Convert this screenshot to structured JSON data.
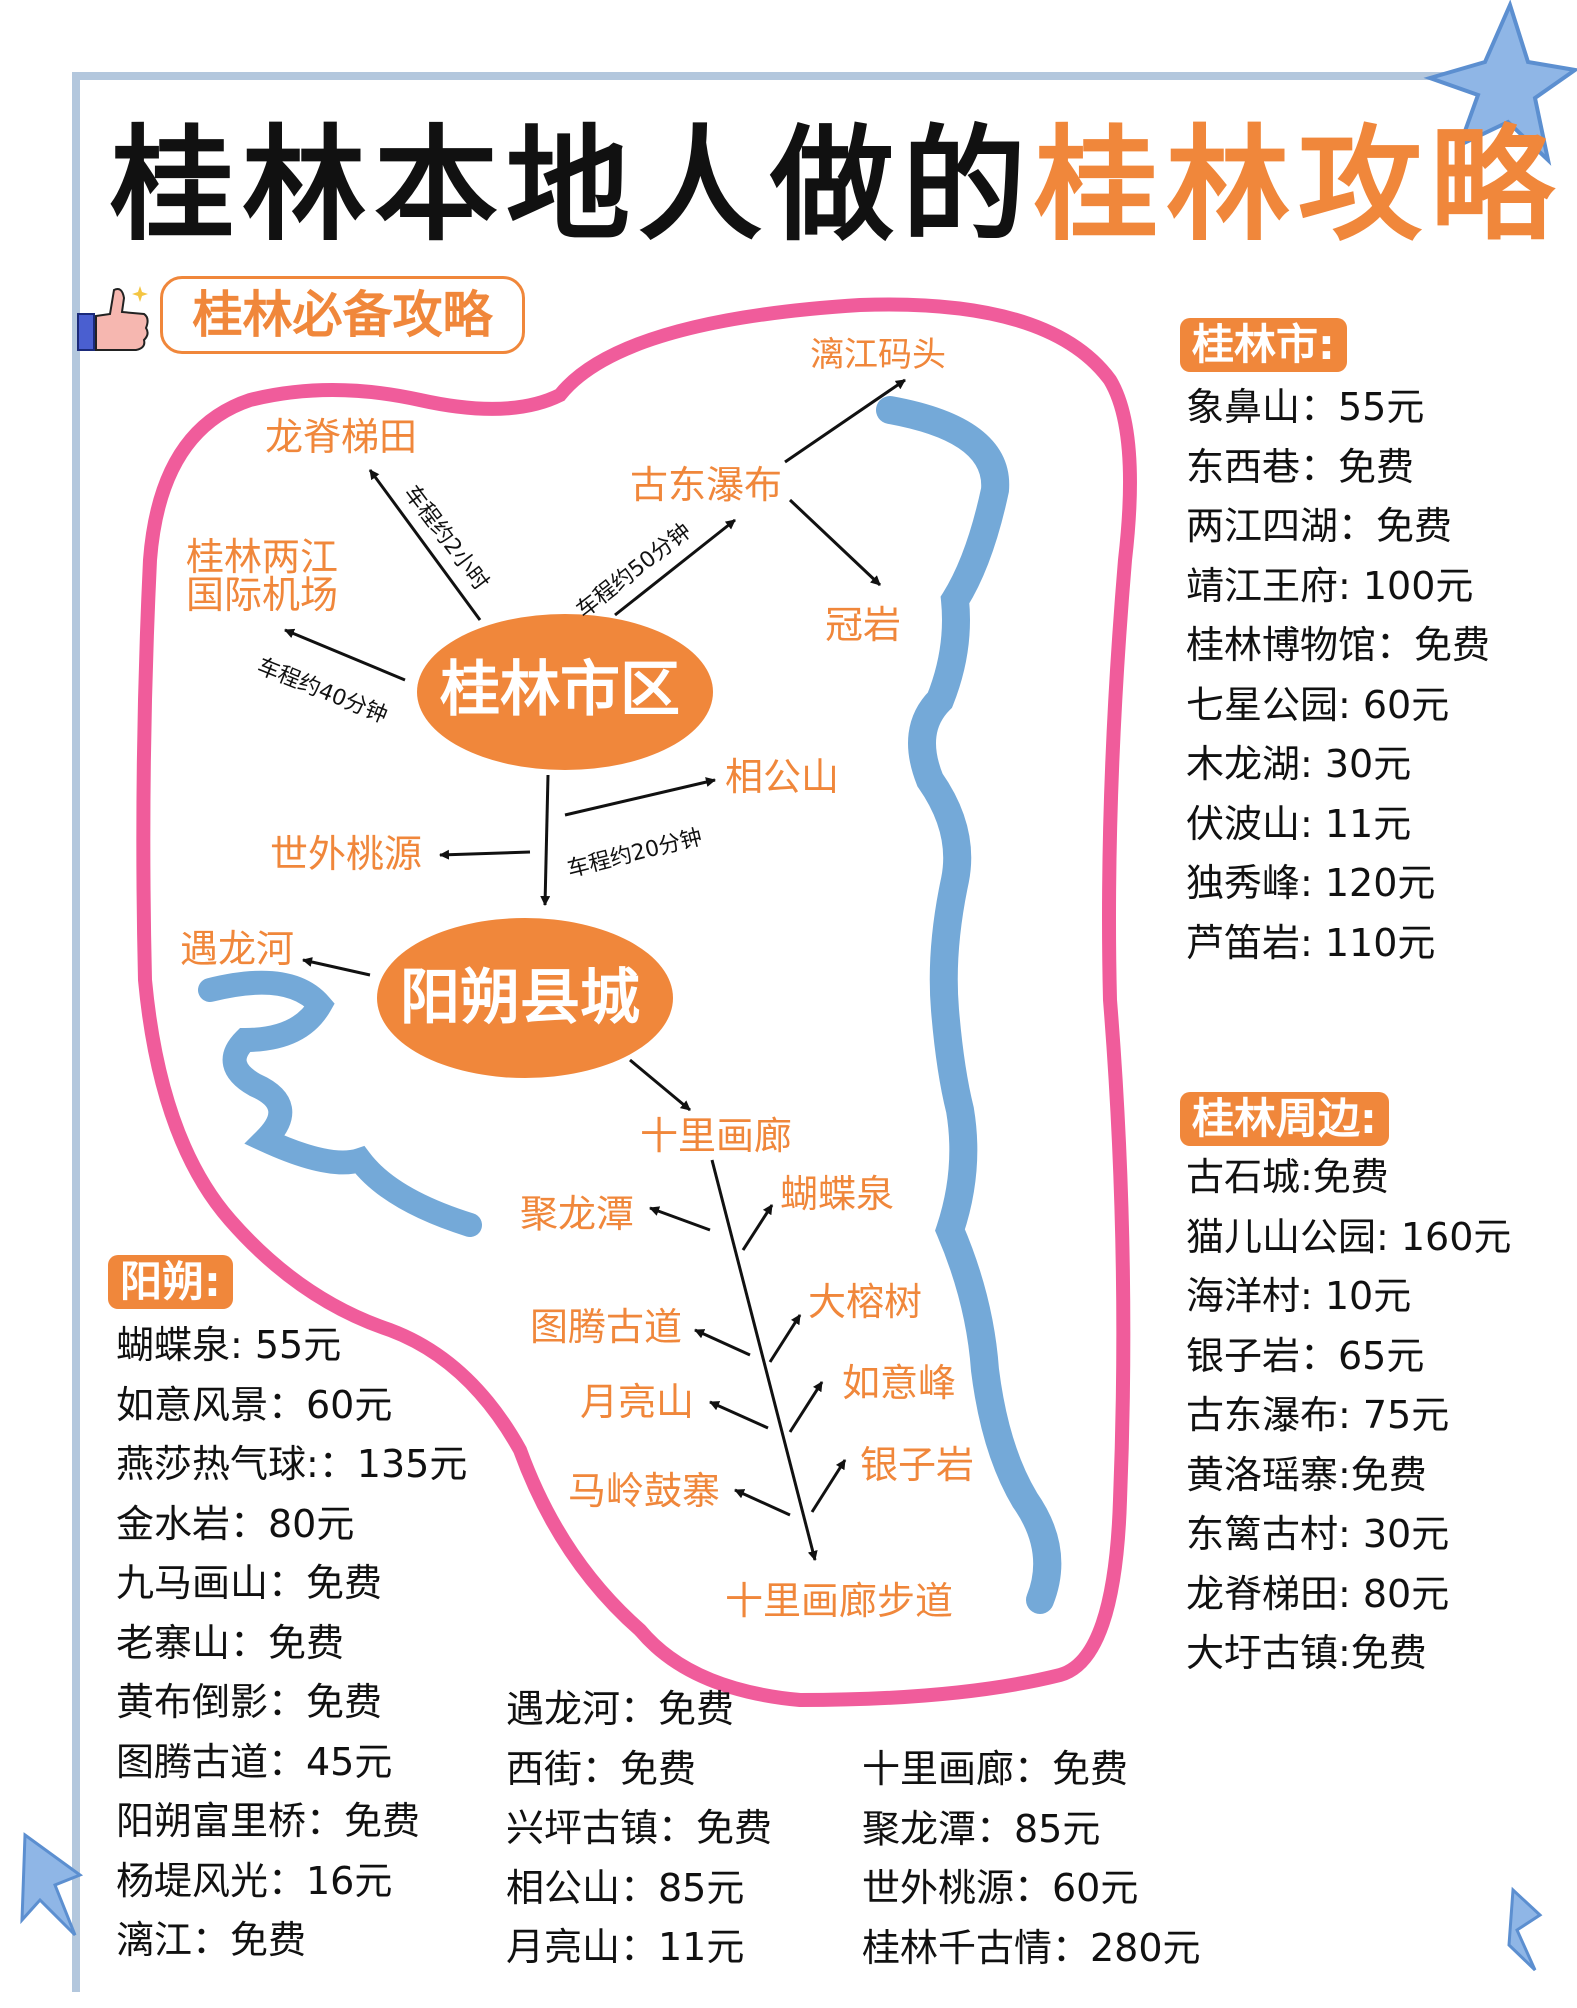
{
  "title": {
    "part1": "桂林本地人做的",
    "part2": "桂林攻略"
  },
  "tag": "桂林必备攻略",
  "colors": {
    "accent": "#f0873b",
    "boundary": "#f05c9b",
    "river": "#74a9d8",
    "frame": "#b3c7dd"
  },
  "icons": {
    "thumb": "thumbs-up-icon",
    "star": "star-icon"
  },
  "map": {
    "hub_city": "桂林市区",
    "hub_county": "阳朔县城",
    "places": {
      "lijiang_pier": "漓江码头",
      "longji": "龙脊梯田",
      "gudong": "古东瀑布",
      "airport_line1": "桂林两江",
      "airport_line2": "国际机场",
      "guanyan": "冠岩",
      "xianggong": "相公山",
      "shiwai": "世外桃源",
      "yulong": "遇龙河",
      "shili": "十里画廊",
      "julong": "聚龙潭",
      "hudie": "蝴蝶泉",
      "tuteng": "图腾古道",
      "darong": "大榕树",
      "yueliang": "月亮山",
      "ruyi": "如意峰",
      "maling": "马岭鼓寨",
      "yinzi": "银子岩",
      "shili_walk": "十里画廊步道"
    },
    "drives": {
      "longji": "车程约2小时",
      "gudong": "车程约50分钟",
      "airport": "车程约40分钟",
      "xianggong": "车程约20分钟"
    }
  },
  "sections": {
    "guilin_city": {
      "title": "桂林市:",
      "items": [
        "象鼻山：55元",
        "东西巷：免费",
        "两江四湖：免费",
        "靖江王府: 100元",
        "桂林博物馆：免费",
        "七星公园: 60元",
        "木龙湖: 30元",
        "伏波山: 11元",
        "独秀峰: 120元",
        "芦笛岩: 110元"
      ]
    },
    "guilin_around": {
      "title": "桂林周边:",
      "items": [
        "古石城:免费",
        "猫儿山公园: 160元",
        "海洋村: 10元",
        "银子岩：65元",
        "古东瀑布: 75元",
        "黄洛瑶寨:免费",
        "东篱古村: 30元",
        "龙脊梯田: 80元",
        "大圩古镇:免费"
      ]
    },
    "yangshuo": {
      "title": "阳朔:",
      "col1": [
        "蝴蝶泉: 55元",
        "如意风景：60元",
        "燕莎热气球:：135元",
        "金水岩：80元",
        "九马画山：免费",
        "老寨山：免费",
        "黄布倒影：免费",
        "图腾古道：45元",
        "阳朔富里桥：免费",
        "杨堤风光：16元",
        "漓江：免费"
      ],
      "col2": [
        "遇龙河：免费",
        "西街：免费",
        "兴坪古镇：免费",
        "相公山：85元",
        "月亮山：11元"
      ],
      "col3": [
        "十里画廊：免费",
        "聚龙潭：85元",
        "世外桃源：60元",
        "桂林千古情：280元"
      ]
    }
  }
}
